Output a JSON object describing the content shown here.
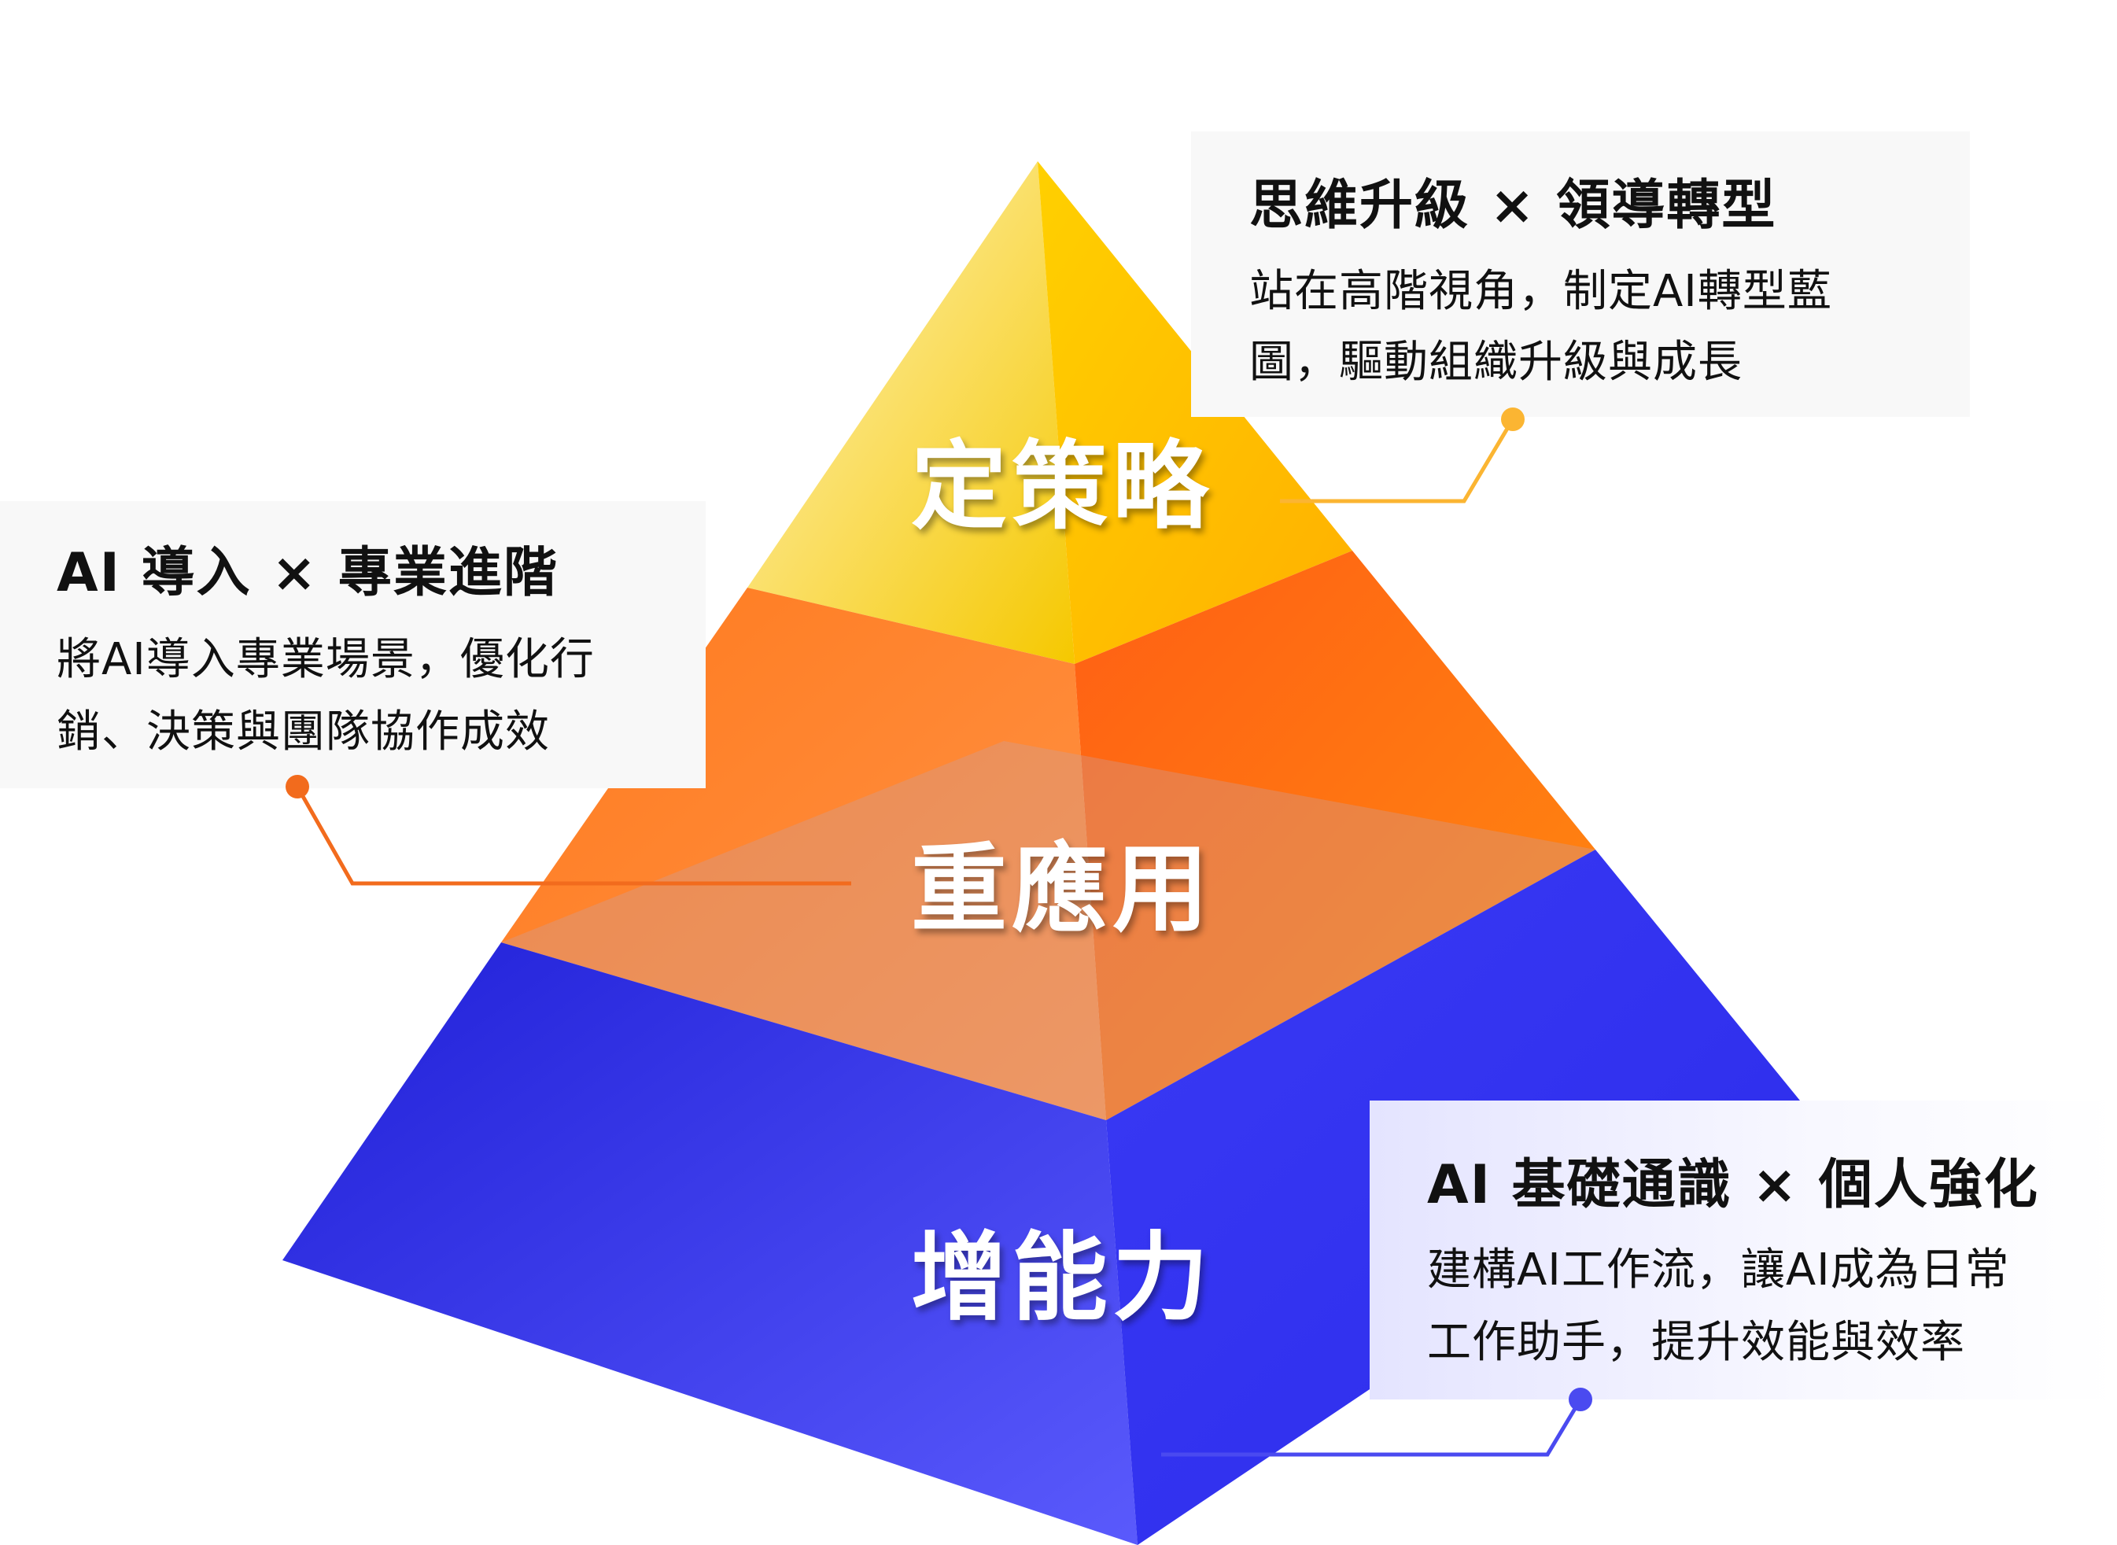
{
  "colors": {
    "top": "#ffcc00",
    "middle": "#ff6a10",
    "bottom": "#3030ee",
    "top_line": "#fbb532",
    "middle_line": "#f26b1d",
    "bottom_line": "#4a4af0"
  },
  "layers": [
    {
      "label": "定策略",
      "title": "思維升級 × 領導轉型",
      "lines": [
        "站在高階視角，制定AI轉型藍",
        "圖，驅動組織升級與成長"
      ]
    },
    {
      "label": "重應用",
      "title": "AI 導入 × 專業進階",
      "lines": [
        "將AI導入專業場景，優化行",
        "銷、決策與團隊協作成效"
      ]
    },
    {
      "label": "增能力",
      "title": "AI 基礎通識 × 個人強化",
      "lines": [
        "建構AI工作流，讓AI成為日常",
        "工作助手，提升效能與效率"
      ]
    }
  ]
}
